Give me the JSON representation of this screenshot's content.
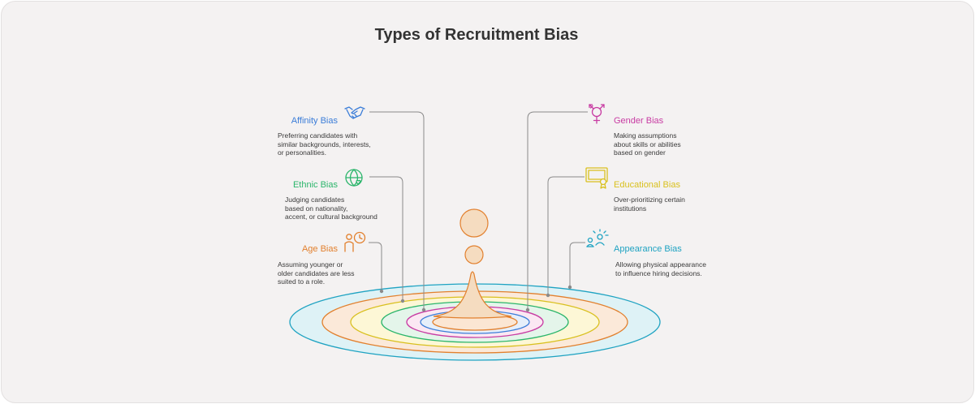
{
  "title": "Types of Recruitment Bias",
  "colors": {
    "affinity": "#3b7dd8",
    "ethnic": "#2bb56b",
    "age": "#e2802e",
    "gender": "#c83ca3",
    "educational": "#d9c01e",
    "appearance": "#1fa3c2",
    "connector": "#8a8a8a",
    "drop": "#f5dcc0",
    "drop_stroke": "#e2802e"
  },
  "biases": [
    {
      "key": "affinity",
      "label": "Affinity Bias",
      "icon": "handshake-icon",
      "side": "left",
      "description": [
        "Preferring candidates with",
        "similar backgrounds, interests,",
        "or personalities."
      ]
    },
    {
      "key": "ethnic",
      "label": "Ethnic Bias",
      "icon": "globe-heart-icon",
      "side": "left",
      "description": [
        "Judging candidates",
        "based on nationality,",
        "accent, or cultural background"
      ]
    },
    {
      "key": "age",
      "label": "Age Bias",
      "icon": "person-clock-icon",
      "side": "left",
      "description": [
        "Assuming younger or",
        "older candidates are less",
        "suited to a role."
      ]
    },
    {
      "key": "gender",
      "label": "Gender Bias",
      "icon": "gender-symbol-icon",
      "side": "right",
      "description": [
        "Making assumptions",
        "about skills or abilities",
        "based on gender"
      ]
    },
    {
      "key": "educational",
      "label": "Educational Bias",
      "icon": "certificate-icon",
      "side": "right",
      "description": [
        "Over-prioritizing certain",
        "institutions"
      ]
    },
    {
      "key": "appearance",
      "label": "Appearance Bias",
      "icon": "people-sparkle-icon",
      "side": "right",
      "description": [
        "Allowing physical appearance",
        "to influence hiring decisions."
      ]
    }
  ]
}
